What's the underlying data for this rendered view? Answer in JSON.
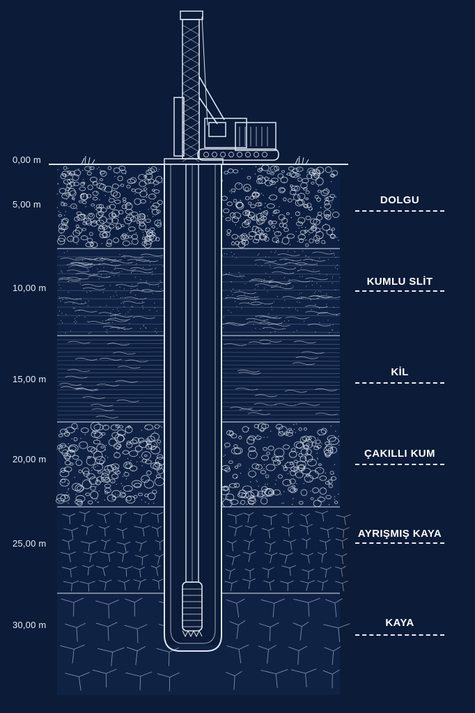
{
  "depth_labels": [
    "0,00 m",
    "5,00 m",
    "10,00 m",
    "15,00 m",
    "20,00 m",
    "25,00 m",
    "30,00 m"
  ],
  "layers": [
    {
      "label": "DOLGU",
      "pattern": "pebbles"
    },
    {
      "label": "KUMLU SLİT",
      "pattern": "silt"
    },
    {
      "label": "KİL",
      "pattern": "clay"
    },
    {
      "label": "ÇAKILLI KUM",
      "pattern": "gravel"
    },
    {
      "label": "AYRIŞMIŞ KAYA",
      "pattern": "cracked"
    },
    {
      "label": "KAYA",
      "pattern": "rock"
    }
  ],
  "colors": {
    "background": "#0b1b38",
    "line": "#dfe8f5"
  }
}
